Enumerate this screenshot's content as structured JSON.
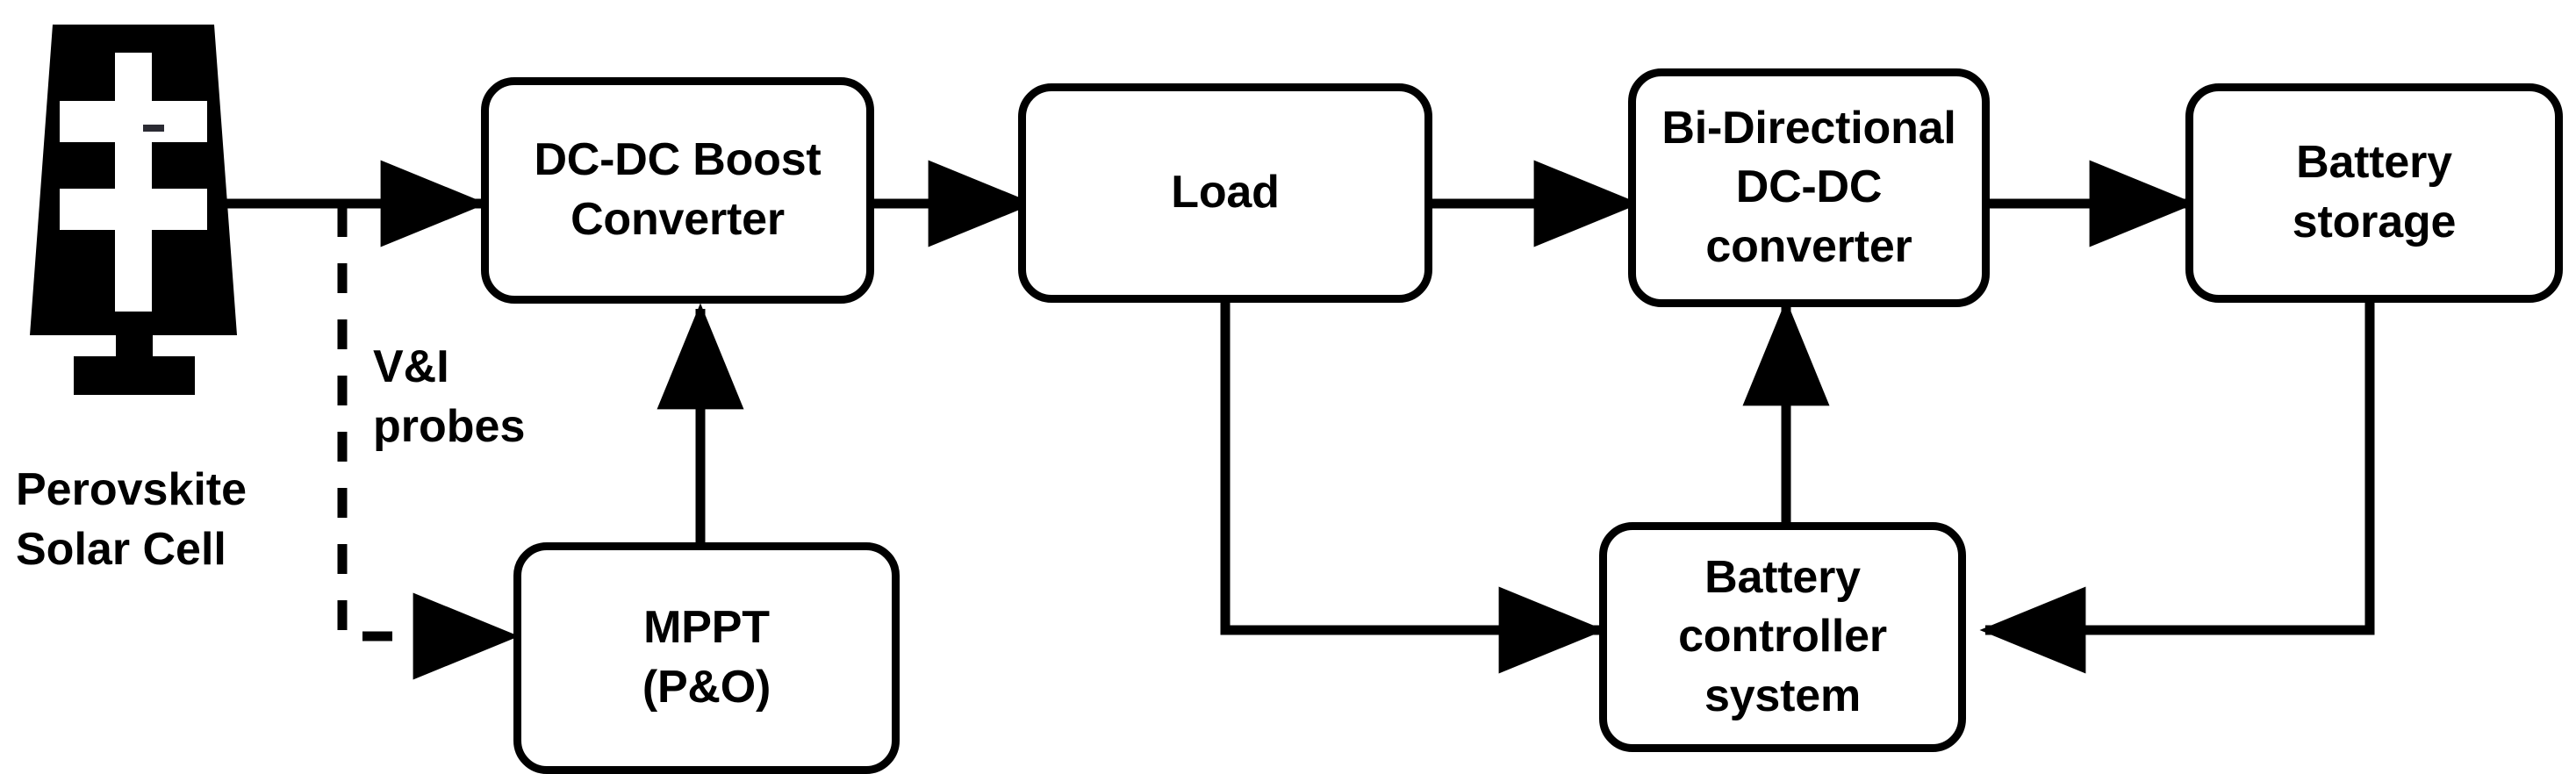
{
  "diagram": {
    "title": "Perovskite solar cell energy system block diagram",
    "background_color": "#ffffff",
    "line_color": "#000000",
    "nodes": [
      {
        "id": "boost",
        "label": "DC-DC Boost\nConverter"
      },
      {
        "id": "load",
        "label": "Load"
      },
      {
        "id": "bidir",
        "label": "Bi-Directional\nDC-DC\nconverter"
      },
      {
        "id": "battery",
        "label": "Battery\nstorage"
      },
      {
        "id": "mppt",
        "label": "MPPT\n(P&O)"
      },
      {
        "id": "controller",
        "label": "Battery\ncontroller\nsystem"
      }
    ],
    "source": {
      "id": "solar-cell",
      "caption": "Perovskite\nSolar Cell",
      "icon": "solar-panel-icon"
    },
    "edge_labels": [
      {
        "id": "probes",
        "text": "V&I\nprobes"
      }
    ],
    "connections": [
      {
        "from": "solar-cell",
        "to": "boost",
        "style": "solid",
        "arrows": "single"
      },
      {
        "from": "solar-cell",
        "to": "mppt",
        "style": "dashed",
        "arrows": "single",
        "label": "V&I probes"
      },
      {
        "from": "mppt",
        "to": "boost",
        "style": "solid",
        "arrows": "single"
      },
      {
        "from": "boost",
        "to": "load",
        "style": "solid",
        "arrows": "single"
      },
      {
        "from": "load",
        "to": "bidir",
        "style": "solid",
        "arrows": "double"
      },
      {
        "from": "bidir",
        "to": "battery",
        "style": "solid",
        "arrows": "double"
      },
      {
        "from": "load",
        "to": "controller",
        "style": "solid",
        "arrows": "single"
      },
      {
        "from": "battery",
        "to": "controller",
        "style": "solid",
        "arrows": "single"
      },
      {
        "from": "controller",
        "to": "bidir",
        "style": "solid",
        "arrows": "single"
      }
    ]
  }
}
